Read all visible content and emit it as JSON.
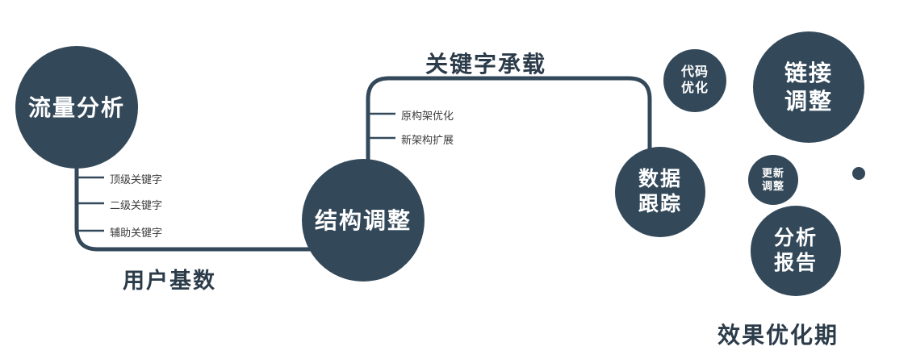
{
  "colors": {
    "primary": "#33495a",
    "label": "#2b3b49",
    "tick": "#3c3c3c",
    "background": "#ffffff"
  },
  "nodes": {
    "traffic": {
      "label": "流量分析"
    },
    "structure": {
      "label": "结构调整"
    },
    "tracking": {
      "line1": "数据",
      "line2": "跟踪"
    },
    "code": {
      "line1": "代码",
      "line2": "优化"
    },
    "link": {
      "line1": "链接",
      "line2": "调整"
    },
    "update": {
      "line1": "更新",
      "line2": "调整"
    },
    "report": {
      "line1": "分析",
      "line2": "报告"
    }
  },
  "edge_labels": {
    "user_base": "用户基数",
    "keyword_bearing": "关键字承载",
    "effect_period": "效果优化期"
  },
  "left_ticks": [
    "顶级关键字",
    "二级关键字",
    "辅助关键字"
  ],
  "mid_ticks": [
    "原构架优化",
    "新架构扩展"
  ]
}
